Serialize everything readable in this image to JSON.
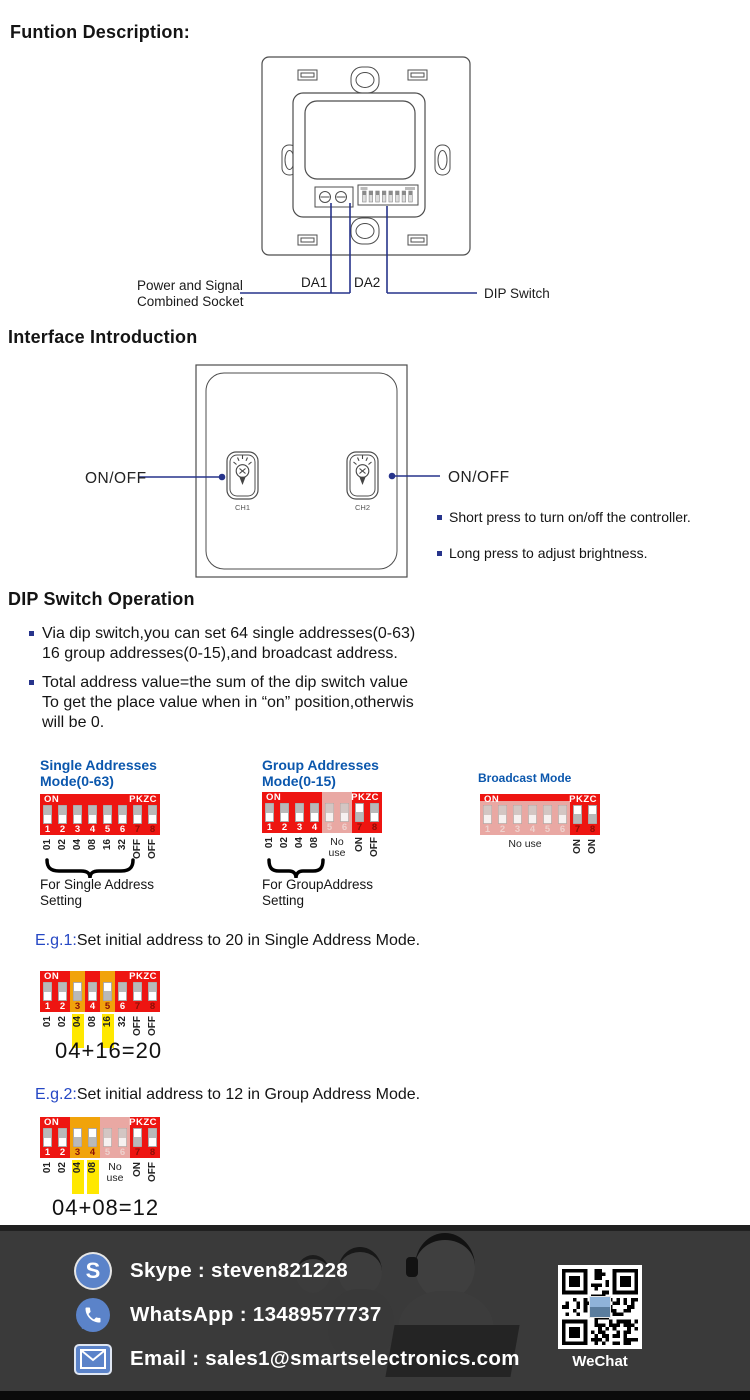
{
  "function_description": {
    "heading": "Funtion Description:",
    "socket_label_line1": "Power and Signal",
    "socket_label_line2": "Combined Socket",
    "da1": "DA1",
    "da2": "DA2",
    "dip_switch_label": "DIP Switch"
  },
  "interface_introduction": {
    "heading": "Interface Introduction",
    "on_off_left": "ON/OFF",
    "on_off_right": "ON/OFF",
    "ch1": "CH1",
    "ch2": "CH2",
    "bullet1": "Short press to turn on/off the controller.",
    "bullet2": "Long press to adjust brightness."
  },
  "dip_operation": {
    "heading": "DIP Switch Operation",
    "bullet1_line1": "Via dip switch,you can set 64 single addresses(0-63)",
    "bullet1_line2": "16 group addresses(0-15),and broadcast address.",
    "bullet2_line1": "Total address value=the sum of the dip switch value",
    "bullet2_line2": "To get the place value when in “on” position,otherwis",
    "bullet2_line3": " will be 0."
  },
  "modes": {
    "single": {
      "title_line1": "Single Addresses",
      "title_line2": "Mode(0-63)",
      "caption_line1": "For Single Address",
      "caption_line2": "Setting"
    },
    "group": {
      "title_line1": "Group Addresses",
      "title_line2": "Mode(0-15)",
      "caption_line1": "For GroupAddress",
      "caption_line2": "Setting"
    },
    "broadcast": {
      "title": "Broadcast Mode"
    }
  },
  "examples": {
    "eg1": {
      "prefix": "E.g.1:",
      "text": "Set initial address to 20 in Single Address Mode.",
      "equation": "04+16=20"
    },
    "eg2": {
      "prefix": "E.g.2:",
      "text": "Set initial address to 12 in Group Address Mode.",
      "equation": "04+08=12"
    }
  },
  "footer": {
    "skype": "Skype : steven821228",
    "whatsapp": "WhatsApp : 13489577737",
    "email": "Email : sales1@smartselectronics.com",
    "wechat": "WeChat"
  },
  "colors": {
    "dip_red": "#ee1511",
    "dip_faded_pink": "#e9a8a3",
    "dip_highlight_orange": "#f1a30b",
    "label_highlight_yellow": "#ffe800",
    "mode_title_blue": "#0b57ad",
    "eg_prefix_blue": "#2547c4",
    "leader_line_blue": "#27348b",
    "footer_bg": "#3a3a3a",
    "footer_icon_blue": "#5b83c9"
  },
  "dip_diagrams": {
    "single": {
      "on": "ON",
      "pkzc": "PKZC",
      "cols": [
        {
          "n": "1",
          "label": "01",
          "pos": "down",
          "zone": "red"
        },
        {
          "n": "2",
          "label": "02",
          "pos": "down",
          "zone": "red"
        },
        {
          "n": "3",
          "label": "04",
          "pos": "down",
          "zone": "red"
        },
        {
          "n": "4",
          "label": "08",
          "pos": "down",
          "zone": "red"
        },
        {
          "n": "5",
          "label": "16",
          "pos": "down",
          "zone": "red"
        },
        {
          "n": "6",
          "label": "32",
          "pos": "down",
          "zone": "red"
        },
        {
          "n": "7",
          "label": "OFF",
          "pos": "down",
          "zone": "red",
          "dark": true
        },
        {
          "n": "8",
          "label": "OFF",
          "pos": "down",
          "zone": "red",
          "dark": true
        }
      ]
    },
    "group": {
      "on": "ON",
      "pkzc": "PKZC",
      "cols": [
        {
          "n": "1",
          "label": "01",
          "pos": "down",
          "zone": "red"
        },
        {
          "n": "2",
          "label": "02",
          "pos": "down",
          "zone": "red"
        },
        {
          "n": "3",
          "label": "04",
          "pos": "down",
          "zone": "red"
        },
        {
          "n": "4",
          "label": "08",
          "pos": "down",
          "zone": "red"
        },
        {
          "n": "5",
          "pos": "down",
          "zone": "faded"
        },
        {
          "n": "6",
          "pos": "down",
          "zone": "faded"
        },
        {
          "n": "7",
          "label": "ON",
          "pos": "up",
          "zone": "red",
          "dark": true
        },
        {
          "n": "8",
          "label": "OFF",
          "pos": "down",
          "zone": "red",
          "dark": true
        }
      ],
      "nouse": {
        "from": 4,
        "span": 2,
        "text": "No use",
        "single": false
      }
    },
    "broadcast": {
      "on": "ON",
      "pkzc": "PKZC",
      "cols": [
        {
          "n": "1",
          "pos": "down",
          "zone": "faded2"
        },
        {
          "n": "2",
          "pos": "down",
          "zone": "faded2"
        },
        {
          "n": "3",
          "pos": "down",
          "zone": "faded2"
        },
        {
          "n": "4",
          "pos": "down",
          "zone": "faded2"
        },
        {
          "n": "5",
          "pos": "down",
          "zone": "faded2"
        },
        {
          "n": "6",
          "pos": "down",
          "zone": "faded2"
        },
        {
          "n": "7",
          "label": "ON",
          "pos": "up",
          "zone": "red",
          "dark": true
        },
        {
          "n": "8",
          "label": "ON",
          "pos": "up",
          "zone": "red",
          "dark": true
        }
      ],
      "nouse": {
        "from": 0,
        "span": 6,
        "text": "No use",
        "single": true
      }
    },
    "eg1": {
      "on": "ON",
      "pkzc": "PKZC",
      "cols": [
        {
          "n": "1",
          "label": "01",
          "pos": "down",
          "zone": "red"
        },
        {
          "n": "2",
          "label": "02",
          "pos": "down",
          "zone": "red"
        },
        {
          "n": "3",
          "label": "04",
          "pos": "up",
          "zone": "hl",
          "dark": true,
          "labelHl": true
        },
        {
          "n": "4",
          "label": "08",
          "pos": "down",
          "zone": "red"
        },
        {
          "n": "5",
          "label": "16",
          "pos": "up",
          "zone": "hl",
          "dark": true,
          "labelHl": true
        },
        {
          "n": "6",
          "label": "32",
          "pos": "down",
          "zone": "red"
        },
        {
          "n": "7",
          "label": "OFF",
          "pos": "down",
          "zone": "red",
          "dark": true
        },
        {
          "n": "8",
          "label": "OFF",
          "pos": "down",
          "zone": "red",
          "dark": true
        }
      ]
    },
    "eg2": {
      "on": "ON",
      "pkzc": "PKZC",
      "cols": [
        {
          "n": "1",
          "label": "01",
          "pos": "down",
          "zone": "red"
        },
        {
          "n": "2",
          "label": "02",
          "pos": "down",
          "zone": "red"
        },
        {
          "n": "3",
          "label": "04",
          "pos": "up",
          "zone": "hl",
          "dark": true,
          "labelHl": true
        },
        {
          "n": "4",
          "label": "08",
          "pos": "up",
          "zone": "hl",
          "dark": true,
          "labelHl": true
        },
        {
          "n": "5",
          "pos": "down",
          "zone": "faded"
        },
        {
          "n": "6",
          "pos": "down",
          "zone": "faded"
        },
        {
          "n": "7",
          "label": "ON",
          "pos": "up",
          "zone": "red",
          "dark": true
        },
        {
          "n": "8",
          "label": "OFF",
          "pos": "down",
          "zone": "red",
          "dark": true
        }
      ],
      "nouse": {
        "from": 4,
        "span": 2,
        "text": "No use",
        "single": false
      }
    }
  }
}
